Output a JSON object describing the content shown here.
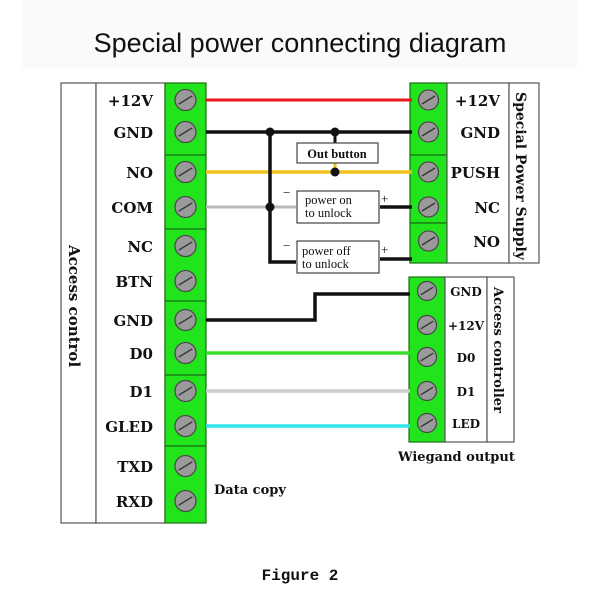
{
  "title": "Special power connecting diagram",
  "footer": "Figure 2",
  "colors": {
    "terminal_green": "#22e41c",
    "screw_gray": "#9a9a9a",
    "red_wire": "#e8161b",
    "black_wire": "#111111",
    "yellow_wire": "#f2c31a",
    "gray_wire": "#b9b9b9",
    "green_wire": "#38e02c",
    "light_gray_wire": "#cccccc",
    "cyan_wire": "#2fe6ee"
  },
  "left_block": {
    "side_label": "Access control",
    "terminals": [
      "+12V",
      "GND",
      "NO",
      "COM",
      "NC",
      "BTN",
      "GND",
      "D0",
      "D1",
      "GLED",
      "TXD",
      "RXD"
    ],
    "note": "Data copy"
  },
  "right_top_block": {
    "side_label": "Special Power Supply",
    "terminals": [
      "+12V",
      "GND",
      "PUSH",
      "NC",
      "NO"
    ]
  },
  "right_bottom_block": {
    "side_label": "Access controller",
    "terminals": [
      "GND",
      "+12V",
      "D0",
      "D1",
      "LED"
    ],
    "caption": "Wiegand output"
  },
  "components": {
    "out_button": "Out button",
    "power_on": [
      "power on",
      "to unlock"
    ],
    "power_off": [
      "power off",
      "to unlock"
    ],
    "minus": "−",
    "plus": "+"
  }
}
